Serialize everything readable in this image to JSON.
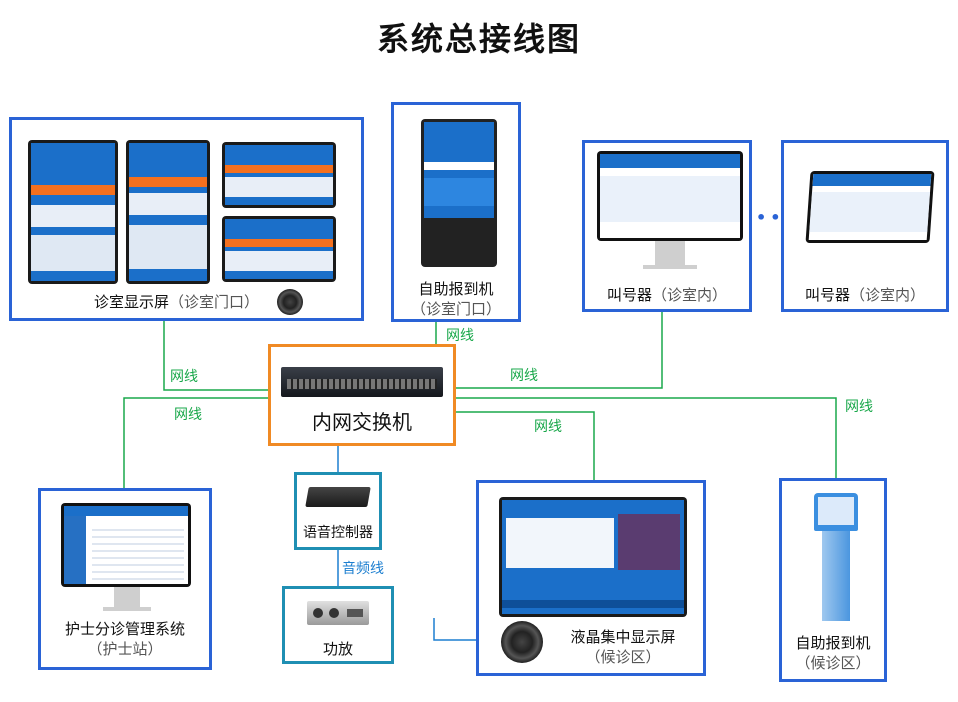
{
  "title": "系统总接线图",
  "nodes": {
    "clinic_display": {
      "name": "诊室显示屏",
      "sub": "（诊室门口）"
    },
    "kiosk_clinic": {
      "name": "自助报到机",
      "sub": "（诊室门口）"
    },
    "caller_1": {
      "name": "叫号器",
      "sub": "（诊室内）"
    },
    "caller_2": {
      "name": "叫号器",
      "sub": "（诊室内）"
    },
    "switch": {
      "name": "内网交换机"
    },
    "nurse_system": {
      "name": "护士分诊管理系统",
      "sub": "（护士站）"
    },
    "voice_controller": {
      "name": "语音控制器"
    },
    "amplifier": {
      "name": "功放"
    },
    "lcd_display": {
      "name": "液晶集中显示屏",
      "sub": "（候诊区）"
    },
    "kiosk_waiting": {
      "name": "自助报到机",
      "sub": "（候诊区）"
    }
  },
  "wire_labels": {
    "network": "网线",
    "audio": "音频线"
  },
  "colors": {
    "node_border": "#2a63d6",
    "switch_border": "#f08a24",
    "aux_border": "#1f8fb3",
    "wire": "#1aa84b",
    "audio_wire": "#1d7fd0"
  }
}
